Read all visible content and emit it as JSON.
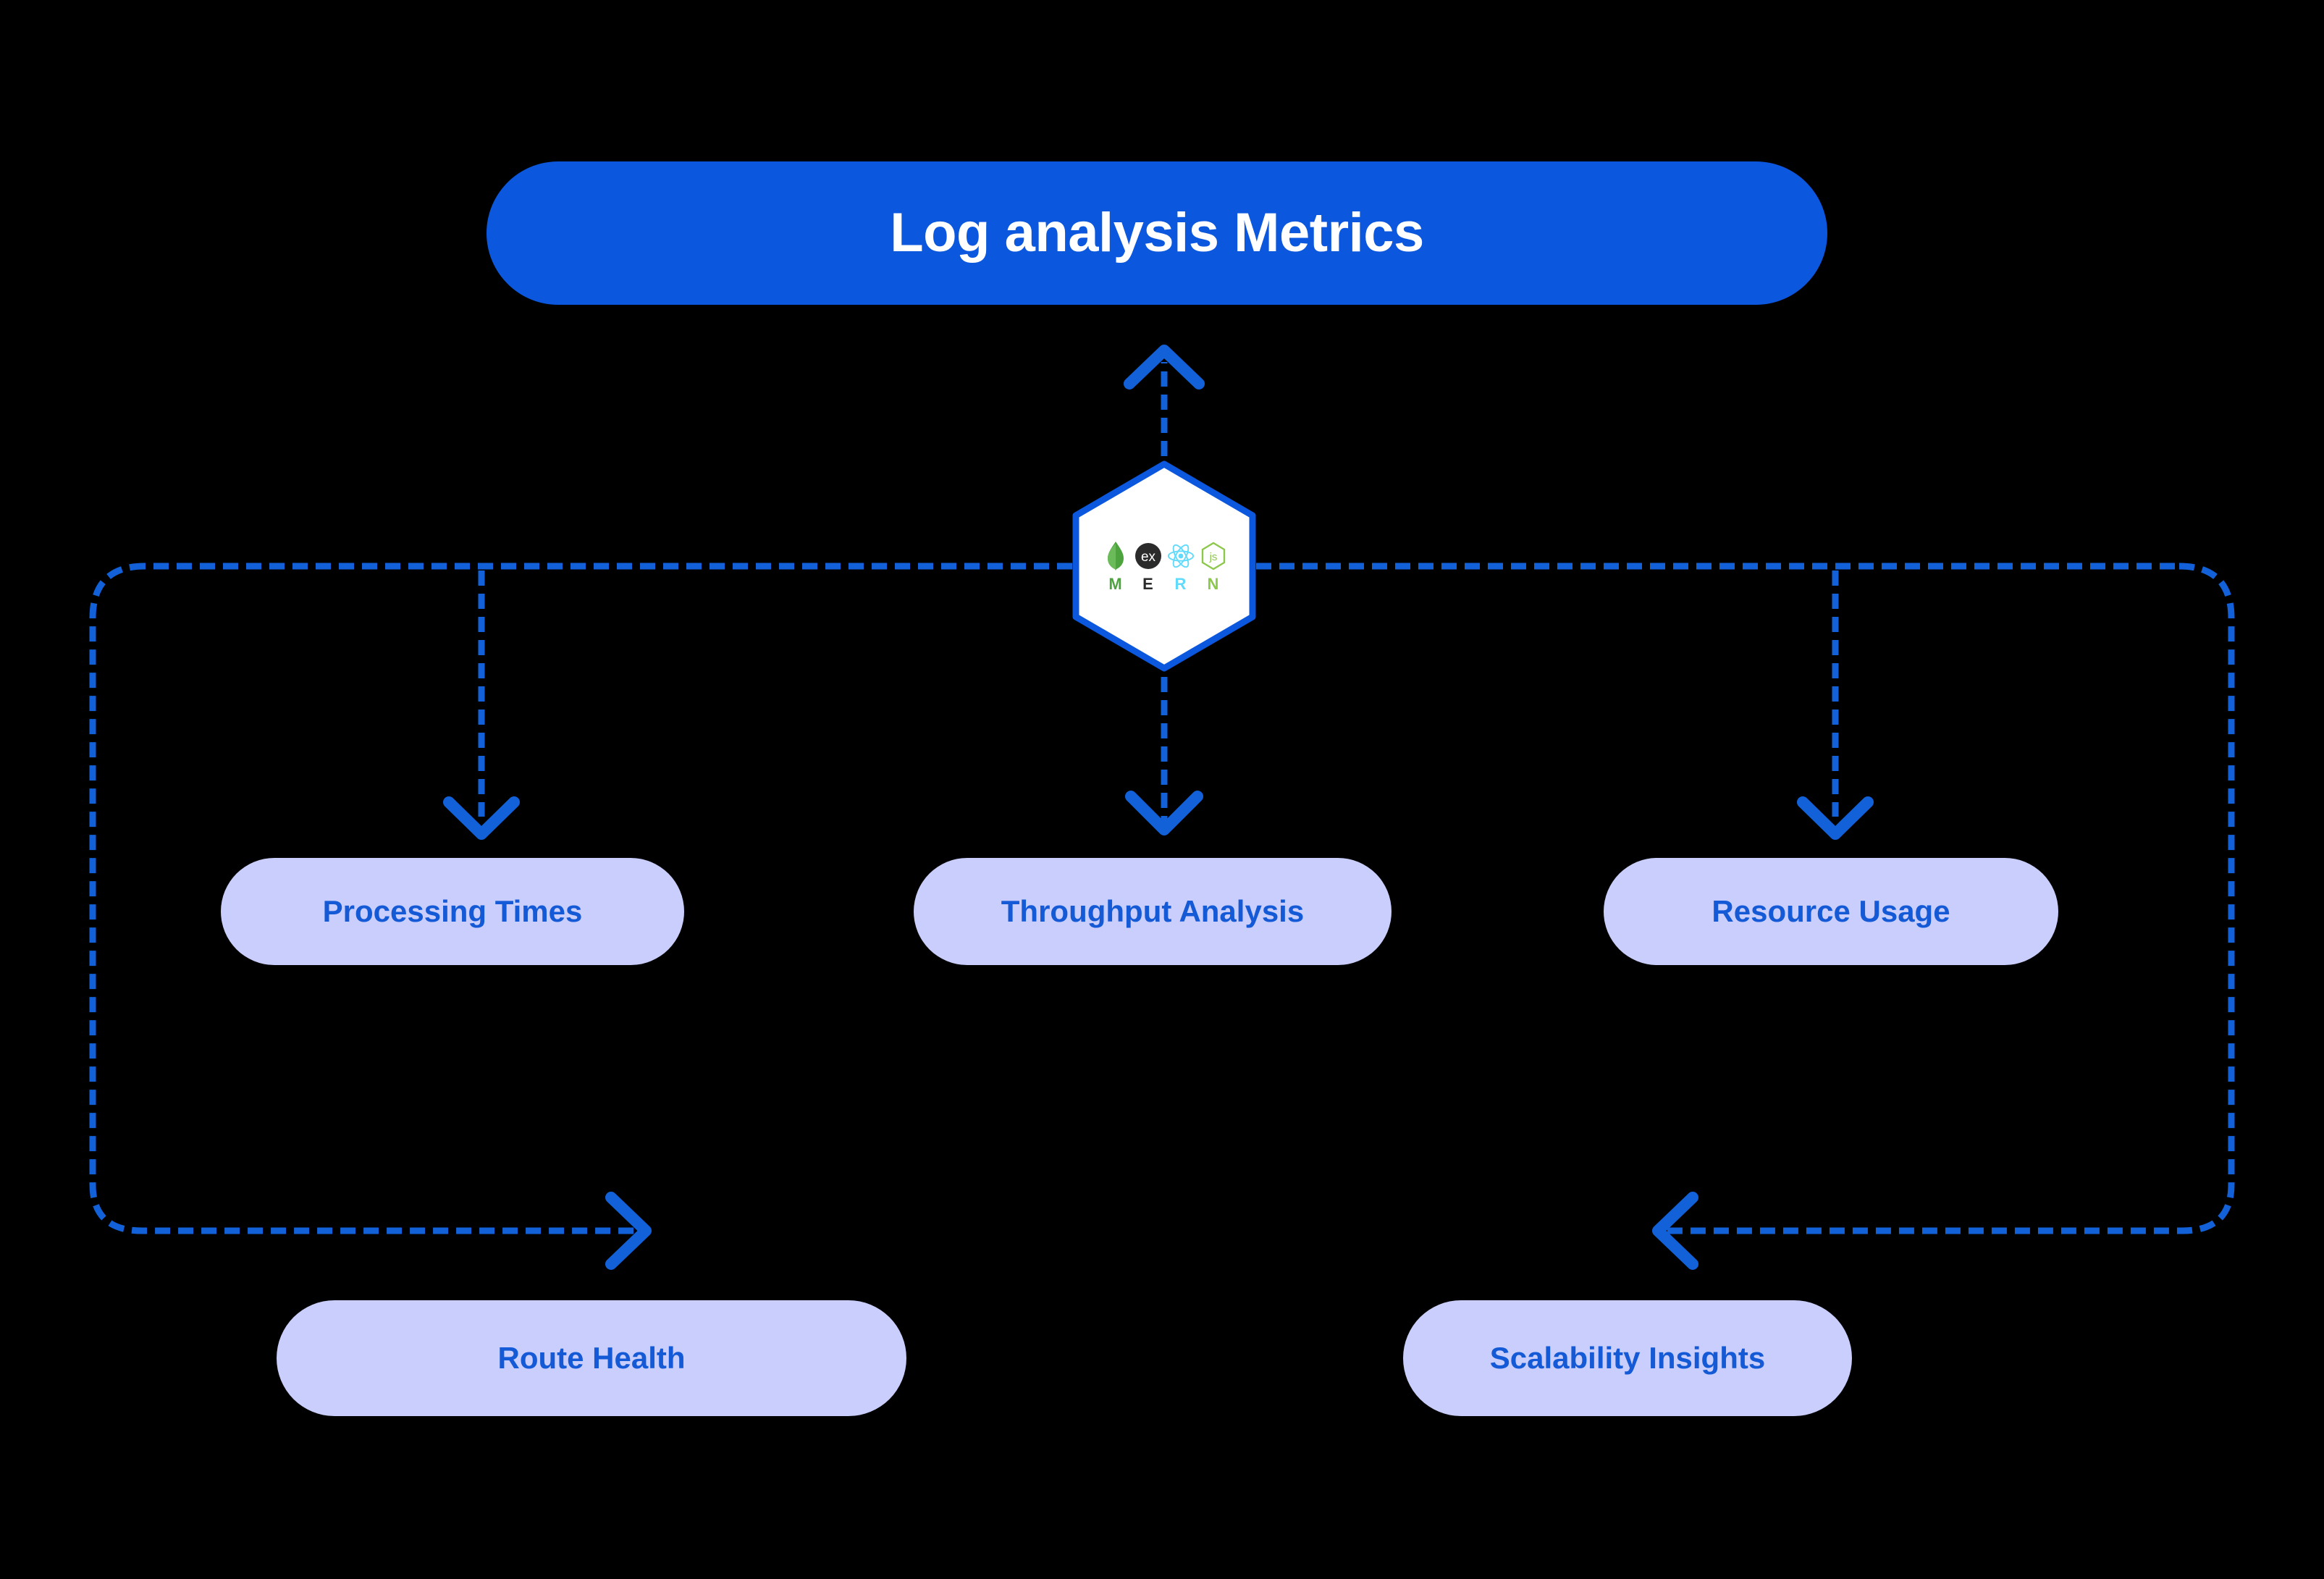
{
  "diagram": {
    "title": "Log analysis Metrics",
    "background_color": "#000000",
    "accent_blue": "#0B57DE",
    "edge_blue": "#1261D8",
    "node_fill": "#C9CEFC",
    "node_text_color": "#1459D6",
    "title_text_color": "#FFFFFF",
    "edge_style": "dashed",
    "type": "flow-diagram"
  },
  "center": {
    "name": "mern-stack-hexagon",
    "shape": "hexagon",
    "fill": "#FFFFFF",
    "stroke": "#0B57DE",
    "stack": [
      {
        "key": "m",
        "letter": "M",
        "icon": "mongodb-leaf-icon",
        "color": "#4DA33E"
      },
      {
        "key": "e",
        "letter": "E",
        "icon": "express-ex-icon",
        "color": "#2B2B2B"
      },
      {
        "key": "r",
        "letter": "R",
        "icon": "react-atom-icon",
        "color": "#61DAFB"
      },
      {
        "key": "n",
        "letter": "N",
        "icon": "nodejs-js-hexagon-icon",
        "color": "#8CC84B"
      }
    ]
  },
  "nodes": [
    {
      "id": "processing-times",
      "label": "Processing Times"
    },
    {
      "id": "throughput-analysis",
      "label": "Throughput Analysis"
    },
    {
      "id": "resource-usage",
      "label": "Resource Usage"
    },
    {
      "id": "route-health",
      "label": "Route Health"
    },
    {
      "id": "scalability-insights",
      "label": "Scalability Insights"
    }
  ],
  "edges": [
    {
      "from": "mern-stack-hexagon",
      "to": "title",
      "direction": "up",
      "arrowhead": true
    },
    {
      "from": "mern-stack-hexagon",
      "to": "throughput-analysis",
      "direction": "down",
      "arrowhead": true
    },
    {
      "from": "mern-stack-hexagon",
      "to": "processing-times",
      "direction": "down",
      "arrowhead": true
    },
    {
      "from": "mern-stack-hexagon",
      "to": "resource-usage",
      "direction": "down",
      "arrowhead": true
    },
    {
      "from": "mern-stack-hexagon",
      "to": "route-health",
      "direction": "right",
      "arrowhead": true
    },
    {
      "from": "mern-stack-hexagon",
      "to": "scalability-insights",
      "direction": "left",
      "arrowhead": true
    }
  ]
}
